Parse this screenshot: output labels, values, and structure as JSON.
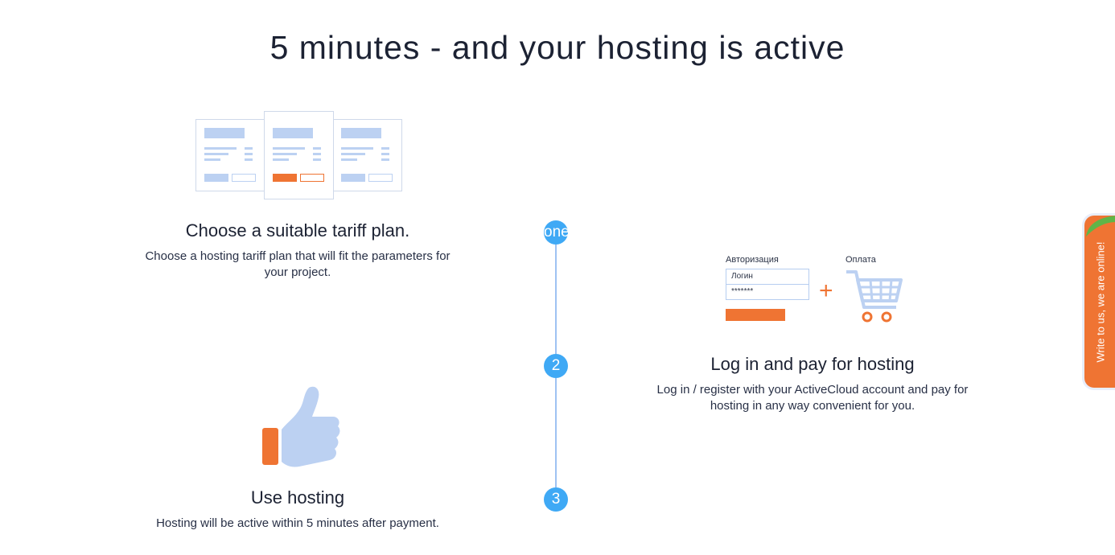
{
  "heading": "5 minutes - and your hosting is active",
  "steps": [
    {
      "badge": "one",
      "title": "Choose a suitable tariff plan.",
      "description": "Choose a hosting tariff plan that will fit the parameters for your project."
    },
    {
      "badge": "2",
      "title": "Log in and pay for hosting",
      "description": "Log in / register with your ActiveCloud account and pay for hosting in any way convenient for you."
    },
    {
      "badge": "3",
      "title": "Use hosting",
      "description": "Hosting will be active within 5 minutes after payment."
    }
  ],
  "login_illustration": {
    "auth_label": "Авторизация",
    "login_placeholder": "Логин",
    "password_mask": "*******",
    "payment_label": "Оплата",
    "plus": "+"
  },
  "chat_widget": {
    "label": "Write to us, we are online!"
  },
  "icons": {
    "plans": "pricing-cards-icon",
    "cart": "shopping-cart-icon",
    "thumb": "thumbs-up-icon"
  },
  "colors": {
    "accent": "#ef7433",
    "badge": "#3fa9f5",
    "line": "#9ec2f2",
    "illustration": "#bcd1f2"
  }
}
